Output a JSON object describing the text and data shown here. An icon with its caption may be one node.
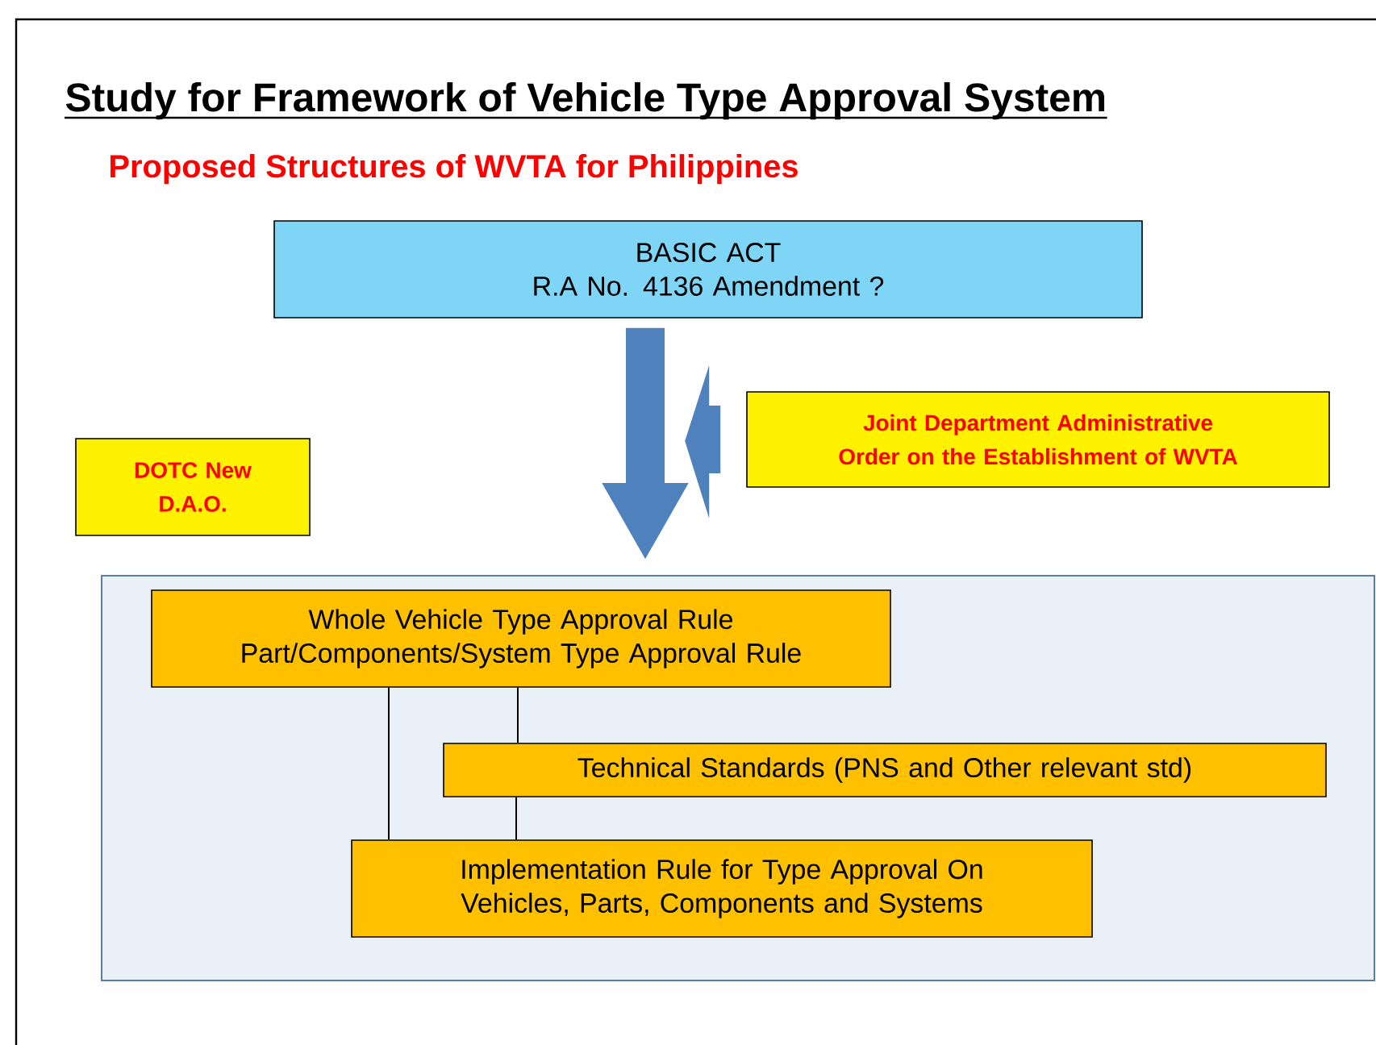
{
  "diagram": {
    "title": "Study for Framework of Vehicle Type Approval System",
    "nodes": [
      {
        "text": [
          "BASIC ACT",
          "R.A No. 4136 Amendment ?"
        ]
      },
      {
        "text": [
          "Joint Department Administrative Order on the Establishment of WVTA"
        ]
      },
      {
        "text": [
          "DOTC New D.A.O."
        ]
      },
      {
        "text": [],
        "shape": "box"
      },
      {
        "text": [
          "Whole Vehicle Type Approval Rule Part/Components/System Type Approval Rule"
        ],
        "in": 3
      },
      {
        "text": [
          "Technical Standards (PNS and Other relevant std)"
        ],
        "in": 3
      },
      {
        "text": [
          "Implementation Rule for Type Approval On Vehicles, Parts, Components and Systems"
        ],
        "in": 3
      }
    ],
    "edges": [
      {
        "from": 0,
        "to": 3,
        "arrow": "to",
        "style": "thick",
        "color": "#4f81bd"
      },
      {
        "from": 1,
        "to": null,
        "arrow": "to",
        "style": "thick",
        "color": "#4f81bd"
      },
      {
        "from": 4,
        "to": 6,
        "arrow": "none"
      },
      {
        "from": 4,
        "to": 5,
        "arrow": "none"
      },
      {
        "from": 5,
        "to": 6,
        "arrow": "none"
      }
    ],
    "labels": [
      "Proposed Structures of WVTA for Philippines"
    ]
  }
}
